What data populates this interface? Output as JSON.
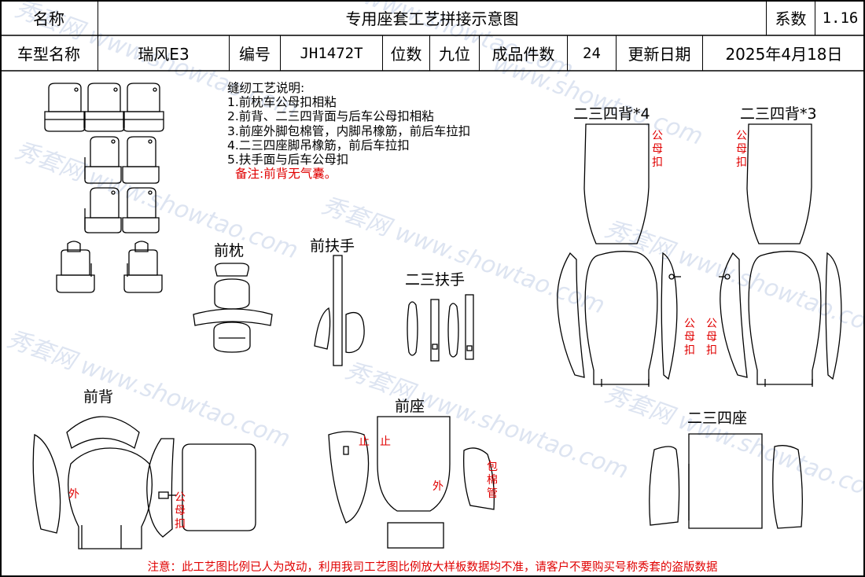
{
  "header": {
    "name_label": "名称",
    "title": "专用座套工艺拼接示意图",
    "coef_label": "系数",
    "coef_value": "1.16",
    "model_label": "车型名称",
    "model_value": "瑞风E3",
    "code_label": "编号",
    "code_value": "JH1472T",
    "seats_label": "位数",
    "seats_value": "九位",
    "pieces_label": "成品件数",
    "pieces_value": "24",
    "date_label": "更新日期",
    "date_value": "2025年4月18日"
  },
  "notes": {
    "title": "缝纫工艺说明:",
    "items": [
      "1.前枕车公母扣相粘",
      "2.前背、二三四背面与后车公母扣相粘",
      "3.前座外脚包棉管，内脚吊橡筋，前后车拉扣",
      "4.二三四座脚吊橡筋，前后车拉扣",
      "5.扶手面与后车公母扣"
    ],
    "remark": "备注:前背无气囊。"
  },
  "labels": {
    "headrest": "前枕",
    "front_armrest": "前扶手",
    "rear_armrest": "二三扶手",
    "back_234_4": "二三四背*4",
    "back_234_3": "二三四背*3",
    "front_back": "前背",
    "front_seat": "前座",
    "seat_234": "二三四座"
  },
  "marks": {
    "snap": "公母扣",
    "outer": "外",
    "stop": "止",
    "cotton_tube": "包棉管"
  },
  "footer": "注意：此工艺图比例已人为改动，利用我司工艺图比例放大样板数据均不准，请客户不要购买号称秀套的盗版数据"
}
